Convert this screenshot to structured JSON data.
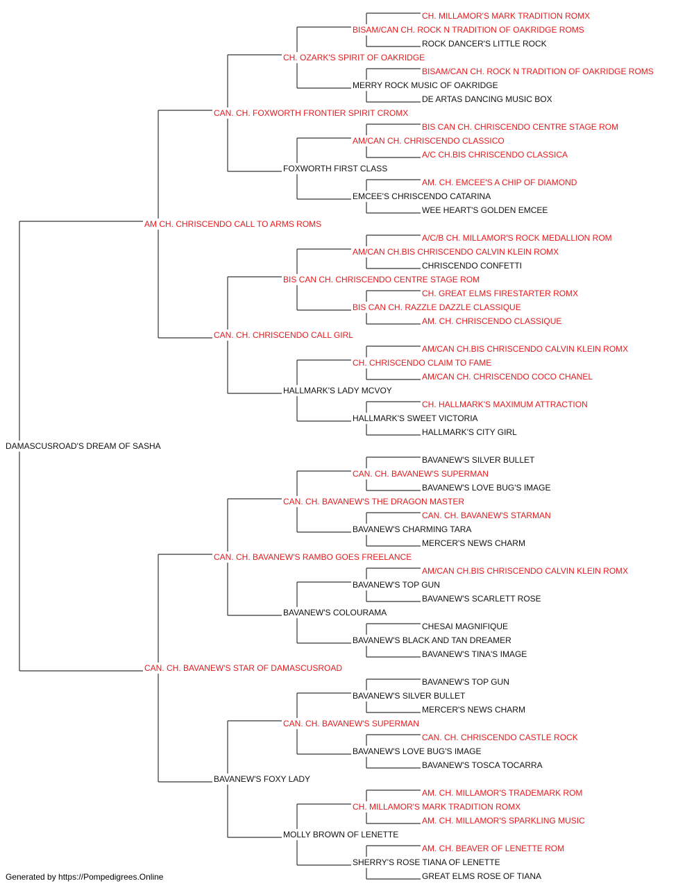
{
  "colors": {
    "champion": "#e41a1c",
    "normal": "#111111",
    "line": "#333333"
  },
  "footer": "Generated by https://Pompedigrees.Online",
  "pedigree": {
    "name": "DAMASCUSROAD'S DREAM OF SASHA",
    "ch": false,
    "sire": {
      "name": "AM CH. CHRISCENDO CALL TO ARMS ROMS",
      "ch": true,
      "sire": {
        "name": "CAN. CH. FOXWORTH FRONTIER SPIRIT CROMX",
        "ch": true,
        "sire": {
          "name": "CH. OZARK'S SPIRIT OF OAKRIDGE",
          "ch": true,
          "sire": {
            "name": "BISAM/CAN CH. ROCK N TRADITION OF OAKRIDGE ROMS",
            "ch": true,
            "sire": {
              "name": "CH. MILLAMOR'S MARK TRADITION ROMX",
              "ch": true
            },
            "dam": {
              "name": "ROCK DANCER'S LITTLE ROCK",
              "ch": false
            }
          },
          "dam": {
            "name": "MERRY ROCK MUSIC OF OAKRIDGE",
            "ch": false,
            "sire": {
              "name": "BISAM/CAN CH. ROCK N TRADITION OF OAKRIDGE ROMS",
              "ch": true
            },
            "dam": {
              "name": "DE ARTAS DANCING MUSIC BOX",
              "ch": false
            }
          }
        },
        "dam": {
          "name": "FOXWORTH FIRST CLASS",
          "ch": false,
          "sire": {
            "name": "AM/CAN CH. CHRISCENDO CLASSICO",
            "ch": true,
            "sire": {
              "name": "BIS CAN CH. CHRISCENDO CENTRE STAGE ROM",
              "ch": true
            },
            "dam": {
              "name": "A/C CH.BIS CHRISCENDO CLASSICA",
              "ch": true
            }
          },
          "dam": {
            "name": "EMCEE'S CHRISCENDO CATARINA",
            "ch": false,
            "sire": {
              "name": "AM. CH. EMCEE'S A CHIP OF DIAMOND",
              "ch": true
            },
            "dam": {
              "name": "WEE HEART'S GOLDEN EMCEE",
              "ch": false
            }
          }
        }
      },
      "dam": {
        "name": "CAN. CH. CHRISCENDO CALL GIRL",
        "ch": true,
        "sire": {
          "name": "BIS CAN CH. CHRISCENDO CENTRE STAGE ROM",
          "ch": true,
          "sire": {
            "name": "AM/CAN CH.BIS CHRISCENDO CALVIN KLEIN ROMX",
            "ch": true,
            "sire": {
              "name": "A/C/B CH. MILLAMOR'S ROCK MEDALLION ROM",
              "ch": true
            },
            "dam": {
              "name": "CHRISCENDO CONFETTI",
              "ch": false
            }
          },
          "dam": {
            "name": "BIS CAN CH. RAZZLE DAZZLE CLASSIQUE",
            "ch": true,
            "sire": {
              "name": "CH. GREAT ELMS FIRESTARTER ROMX",
              "ch": true
            },
            "dam": {
              "name": "AM. CH. CHRISCENDO CLASSIQUE",
              "ch": true
            }
          }
        },
        "dam": {
          "name": "HALLMARK'S LADY MCVOY",
          "ch": false,
          "sire": {
            "name": "CH. CHRISCENDO CLAIM TO FAME",
            "ch": true,
            "sire": {
              "name": "AM/CAN CH.BIS CHRISCENDO CALVIN KLEIN ROMX",
              "ch": true
            },
            "dam": {
              "name": "AM/CAN CH. CHRISCENDO COCO CHANEL",
              "ch": true
            }
          },
          "dam": {
            "name": "HALLMARK'S SWEET VICTORIA",
            "ch": false,
            "sire": {
              "name": "CH. HALLMARK'S MAXIMUM ATTRACTION",
              "ch": true
            },
            "dam": {
              "name": "HALLMARK'S CITY GIRL",
              "ch": false
            }
          }
        }
      }
    },
    "dam": {
      "name": "CAN. CH. BAVANEW'S STAR OF DAMASCUSROAD",
      "ch": true,
      "sire": {
        "name": "CAN. CH. BAVANEW'S RAMBO GOES FREELANCE",
        "ch": true,
        "sire": {
          "name": "CAN. CH. BAVANEW'S THE DRAGON MASTER",
          "ch": true,
          "sire": {
            "name": "CAN. CH. BAVANEW'S SUPERMAN",
            "ch": true,
            "sire": {
              "name": "BAVANEW'S SILVER BULLET",
              "ch": false
            },
            "dam": {
              "name": "BAVANEW'S LOVE BUG'S IMAGE",
              "ch": false
            }
          },
          "dam": {
            "name": "BAVANEW'S CHARMING TARA",
            "ch": false,
            "sire": {
              "name": "CAN. CH. BAVANEW'S STARMAN",
              "ch": true
            },
            "dam": {
              "name": "MERCER'S NEWS CHARM",
              "ch": false
            }
          }
        },
        "dam": {
          "name": "BAVANEW'S COLOURAMA",
          "ch": false,
          "sire": {
            "name": "BAVANEW'S TOP GUN",
            "ch": false,
            "sire": {
              "name": "AM/CAN CH.BIS CHRISCENDO CALVIN KLEIN ROMX",
              "ch": true
            },
            "dam": {
              "name": "BAVANEW'S SCARLETT ROSE",
              "ch": false
            }
          },
          "dam": {
            "name": "BAVANEW'S BLACK AND TAN DREAMER",
            "ch": false,
            "sire": {
              "name": "CHESAI MAGNIFIQUE",
              "ch": false
            },
            "dam": {
              "name": "BAVANEW'S TINA'S IMAGE",
              "ch": false
            }
          }
        }
      },
      "dam": {
        "name": "BAVANEW'S FOXY LADY",
        "ch": false,
        "sire": {
          "name": "CAN. CH. BAVANEW'S SUPERMAN",
          "ch": true,
          "sire": {
            "name": "BAVANEW'S SILVER BULLET",
            "ch": false,
            "sire": {
              "name": "BAVANEW'S TOP GUN",
              "ch": false
            },
            "dam": {
              "name": "MERCER'S NEWS CHARM",
              "ch": false
            }
          },
          "dam": {
            "name": "BAVANEW'S LOVE BUG'S IMAGE",
            "ch": false,
            "sire": {
              "name": "CAN. CH. CHRISCENDO CASTLE ROCK",
              "ch": true
            },
            "dam": {
              "name": "BAVANEW'S TOSCA TOCARRA",
              "ch": false
            }
          }
        },
        "dam": {
          "name": "MOLLY BROWN OF LENETTE",
          "ch": false,
          "sire": {
            "name": "CH. MILLAMOR'S MARK TRADITION ROMX",
            "ch": true,
            "sire": {
              "name": "AM. CH. MILLAMOR'S TRADEMARK ROM",
              "ch": true
            },
            "dam": {
              "name": "AM. CH. MILLAMOR'S SPARKLING MUSIC",
              "ch": true
            }
          },
          "dam": {
            "name": "SHERRY'S ROSE TIANA OF LENETTE",
            "ch": false,
            "sire": {
              "name": "AM. CH. BEAVER OF LENETTE ROM",
              "ch": true
            },
            "dam": {
              "name": "GREAT ELMS ROSE OF TIANA",
              "ch": false
            }
          }
        }
      }
    }
  }
}
